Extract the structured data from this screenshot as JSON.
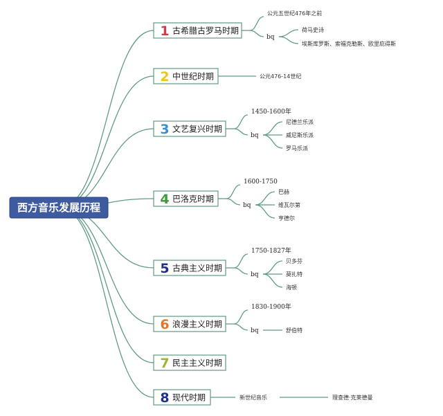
{
  "root": {
    "label": "西方音乐发展历程",
    "color": "#3e5ba0"
  },
  "periods": [
    {
      "number": "1",
      "number_color": "#d33a4a",
      "label": "古希腊古罗马时期",
      "items": [
        {
          "text": "公元五世纪476年之前"
        },
        {
          "text": "bq",
          "children": [
            "荷马史诗",
            "埃斯库罗斯、索福克勒斯、欧里庇得斯"
          ]
        }
      ]
    },
    {
      "number": "2",
      "number_color": "#f0c419",
      "label": "中世纪时期",
      "items": [
        {
          "text": "公元476-14世纪"
        }
      ]
    },
    {
      "number": "3",
      "number_color": "#3a8fd0",
      "label": "文艺复兴时期",
      "items": [
        {
          "text": "1450-1600年"
        },
        {
          "text": "bq",
          "children": [
            "尼德兰乐派",
            "威尼斯乐派",
            "罗马乐派"
          ]
        }
      ]
    },
    {
      "number": "4",
      "number_color": "#3e9a3a",
      "label": "巴洛克时期",
      "items": [
        {
          "text": "1600-1750"
        },
        {
          "text": "bq",
          "children": [
            "巴赫",
            "维瓦尔第",
            "亨德尔"
          ]
        }
      ]
    },
    {
      "number": "5",
      "number_color": "#1f2f8a",
      "label": "古典主义时期",
      "items": [
        {
          "text": "1750-1827年"
        },
        {
          "text": "bq",
          "children": [
            "贝多芬",
            "莫扎特",
            "海顿"
          ]
        }
      ]
    },
    {
      "number": "6",
      "number_color": "#e8732a",
      "label": "浪漫主义时期",
      "items": [
        {
          "text": "1830-1900年"
        },
        {
          "text": "bq",
          "children": [
            "舒伯特"
          ]
        }
      ]
    },
    {
      "number": "7",
      "number_color": "#9ab82e",
      "label": "民主主义时期",
      "items": []
    },
    {
      "number": "8",
      "number_color": "#1f2f8a",
      "label": "现代时期",
      "items": [
        {
          "text": "新世纪音乐",
          "children": [
            "理查德·克莱德曼"
          ]
        }
      ]
    }
  ]
}
